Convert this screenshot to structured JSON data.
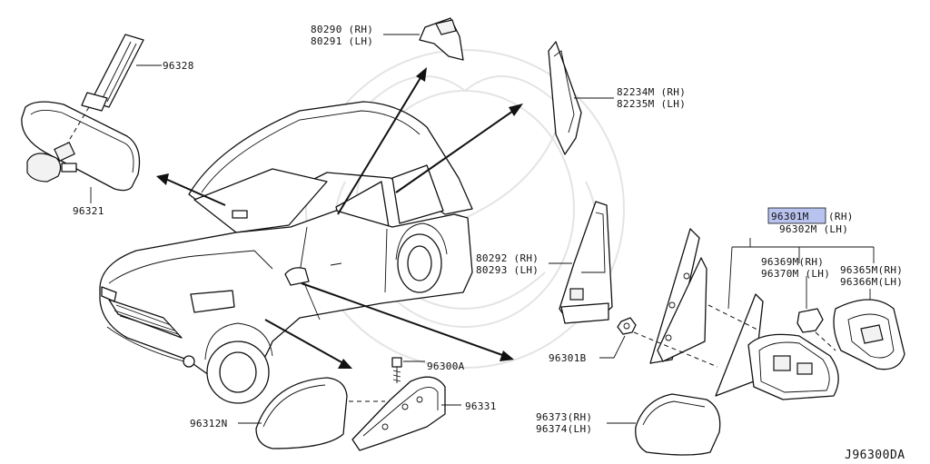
{
  "diagram_code": "J96300DA",
  "highlight_color": "#b9c3f0",
  "labels": {
    "p96328": "96328",
    "p96321": "96321",
    "p80290": "80290 (RH)",
    "p80291": "80291 (LH)",
    "p82234": "82234M (RH)",
    "p82235": "82235M (LH)",
    "p96301m_code": "96301M",
    "p96301m_side": "(RH)",
    "p96302m": "96302M (LH)",
    "p80292": "80292 (RH)",
    "p80293": "80293 (LH)",
    "p96369": "96369M(RH)",
    "p96370": "96370M (LH)",
    "p96365": "96365M(RH)",
    "p96366": "96366M(LH)",
    "p96301b": "96301B",
    "p96300a": "96300A",
    "p96331": "96331",
    "p96312n": "96312N",
    "p96373": "96373(RH)",
    "p96374": "96374(LH)"
  }
}
